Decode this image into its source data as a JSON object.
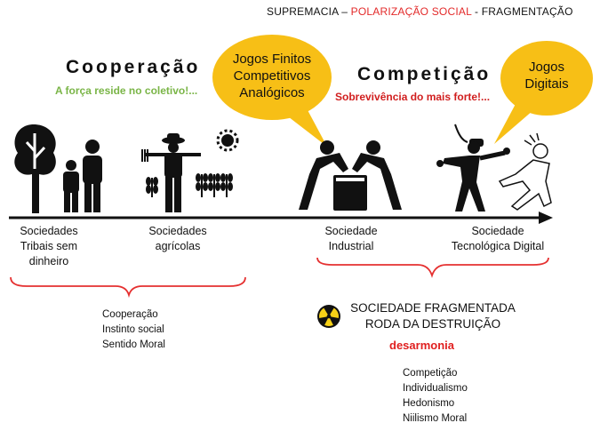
{
  "header": {
    "left": "SUPREMACIA – ",
    "middle": "POLARIZAÇÃO SOCIAL",
    "right": " - FRAGMENTAÇÃO"
  },
  "cooperation": {
    "title": "Cooperação",
    "subtitle": "A força reside no coletivo!..."
  },
  "competition": {
    "title": "Competição",
    "subtitle": "Sobrevivência do mais forte!..."
  },
  "bubbles": {
    "finite_games": [
      "Jogos Finitos",
      "Competitivos",
      "Analógicos"
    ],
    "digital_games": [
      "Jogos",
      "Digitais"
    ]
  },
  "stages": [
    {
      "lines": [
        "Sociedades",
        "Tribais sem",
        "dinheiro"
      ]
    },
    {
      "lines": [
        "Sociedades",
        "agrícolas"
      ]
    },
    {
      "lines": [
        "Sociedade",
        "Industrial"
      ]
    },
    {
      "lines": [
        "Sociedade",
        "Tecnológica Digital"
      ]
    }
  ],
  "left_list": [
    "Cooperação",
    "Instinto social",
    "Sentido Moral"
  ],
  "fragmented": {
    "title_lines": [
      "SOCIEDADE FRAGMENTADA",
      "RODA DA DESTRUIÇÃO"
    ],
    "highlight": "desarmonia",
    "list": [
      "Competição",
      "Individualismo",
      "Hedonismo",
      "Niilismo Moral"
    ]
  },
  "icons": [
    "tree-icon",
    "family-icon",
    "farmer-icon",
    "sun-icon",
    "wheat-icon",
    "arm-wrestling-icon",
    "vr-player-icon",
    "virtual-avatar-icon",
    "radiation-icon"
  ],
  "colors": {
    "bubble": "#f7bf16",
    "brace": "#e53030",
    "green": "#7ab547",
    "red": "#d11f1f"
  }
}
